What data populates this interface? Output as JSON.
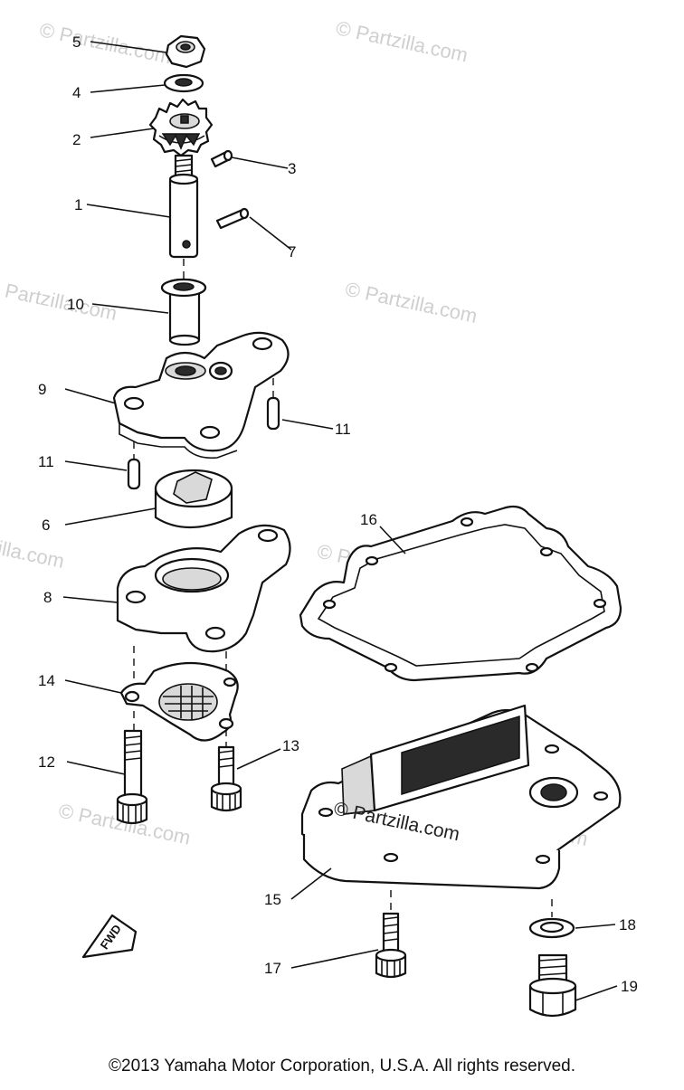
{
  "callouts": {
    "n1": "1",
    "n2": "2",
    "n3": "3",
    "n4": "4",
    "n5": "5",
    "n6": "6",
    "n7": "7",
    "n8": "8",
    "n9": "9",
    "n10": "10",
    "n11a": "11",
    "n11b": "11",
    "n12": "12",
    "n13": "13",
    "n14": "14",
    "n15": "15",
    "n16": "16",
    "n17": "17",
    "n18": "18",
    "n19": "19"
  },
  "fwd_label": "FWD",
  "watermark": "© Partzilla.com",
  "copyright": "©2013 Yamaha Motor Corporation, U.S.A. All rights reserved."
}
